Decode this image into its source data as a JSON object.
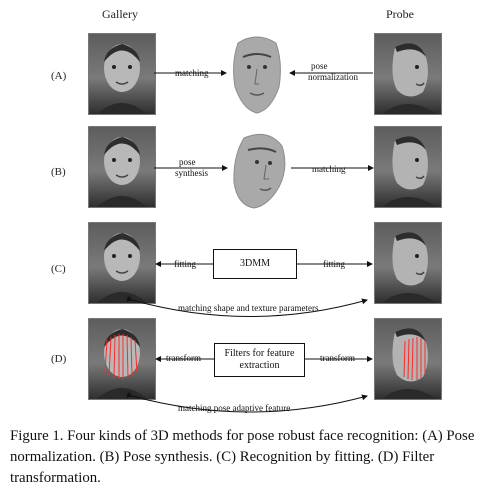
{
  "headers": {
    "gallery": "Gallery",
    "probe": "Probe"
  },
  "rows": [
    {
      "label": "(A)",
      "left_connector": "matching",
      "right_connector_line1": "pose",
      "right_connector_line2": "normalization"
    },
    {
      "label": "(B)",
      "left_connector_line1": "pose",
      "left_connector_line2": "synthesis",
      "right_connector": "matching"
    },
    {
      "label": "(C)",
      "left_connector": "fitting",
      "center_box": "3DMM",
      "right_connector": "fitting",
      "bottom_note": "matching shape and texture parameters"
    },
    {
      "label": "(D)",
      "left_connector": "transform",
      "center_box_line1": "Filters for feature",
      "center_box_line2": "extraction",
      "right_connector": "transform",
      "bottom_note": "matching pose adaptive feature"
    }
  ],
  "caption": "Figure 1. Four kinds of 3D methods for pose robust face recognition: (A) Pose normalization. (B) Pose synthesis. (C) Recognition by fitting. (D) Filter transformation.",
  "colors": {
    "filter_overlay": "#ff2a2a"
  }
}
